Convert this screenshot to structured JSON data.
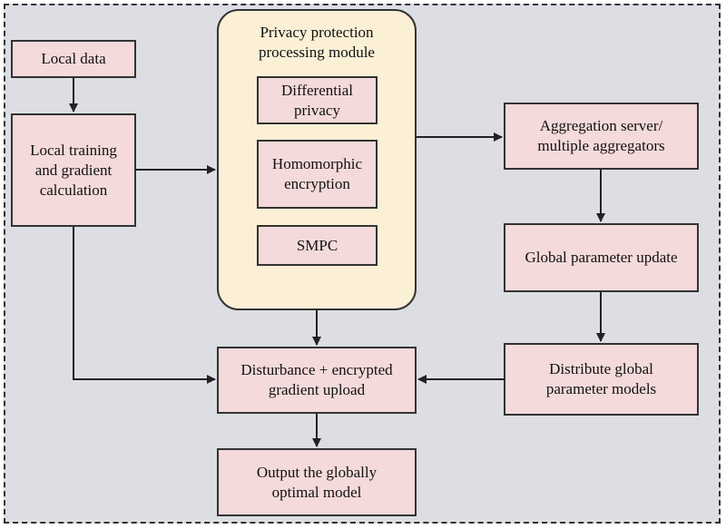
{
  "colors": {
    "frame_bg": "#dcdee3",
    "box_fill": "#f4dada",
    "module_fill": "#fbf0d6",
    "stroke": "#333333"
  },
  "nodes": {
    "local_data": "Local data",
    "local_training": "Local training\nand gradient\ncalculation",
    "privacy_module_title": "Privacy protection\nprocessing module",
    "differential_privacy": "Differential\nprivacy",
    "homomorphic_encryption": "Homomorphic\nencryption",
    "smpc": "SMPC",
    "aggregation_server": "Aggregation server/\nmultiple aggregators",
    "global_parameter_update": "Global parameter update",
    "distribute_models": "Distribute global\nparameter models",
    "disturbance_upload": "Disturbance + encrypted\ngradient upload",
    "output_model": "Output the globally\noptimal model"
  }
}
